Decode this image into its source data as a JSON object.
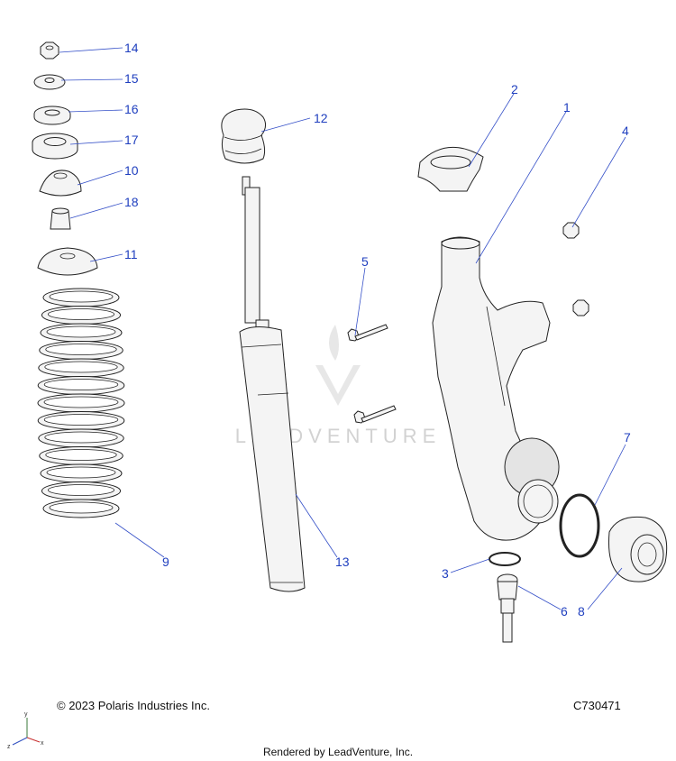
{
  "callouts": [
    {
      "id": "c14",
      "label": "14"
    },
    {
      "id": "c15",
      "label": "15"
    },
    {
      "id": "c16",
      "label": "16"
    },
    {
      "id": "c17",
      "label": "17"
    },
    {
      "id": "c10",
      "label": "10"
    },
    {
      "id": "c18",
      "label": "18"
    },
    {
      "id": "c11",
      "label": "11"
    },
    {
      "id": "c12",
      "label": "12"
    },
    {
      "id": "c2",
      "label": "2"
    },
    {
      "id": "c1",
      "label": "1"
    },
    {
      "id": "c4",
      "label": "4"
    },
    {
      "id": "c5",
      "label": "5"
    },
    {
      "id": "c7",
      "label": "7"
    },
    {
      "id": "c9",
      "label": "9"
    },
    {
      "id": "c13",
      "label": "13"
    },
    {
      "id": "c3",
      "label": "3"
    },
    {
      "id": "c6",
      "label": "6"
    },
    {
      "id": "c8",
      "label": "8"
    }
  ],
  "watermark": "LEADVENTURE",
  "footer": {
    "copyright": "© 2023 Polaris Industries Inc.",
    "figure_code": "C730471",
    "rendered_by": "Rendered by LeadVenture, Inc."
  },
  "axes": {
    "x": "x",
    "y": "y",
    "z": "z"
  },
  "colors": {
    "callout": "#1f3fbf",
    "line": "#222222",
    "fill": "#f4f4f4",
    "watermark": "#cfcfcf"
  }
}
